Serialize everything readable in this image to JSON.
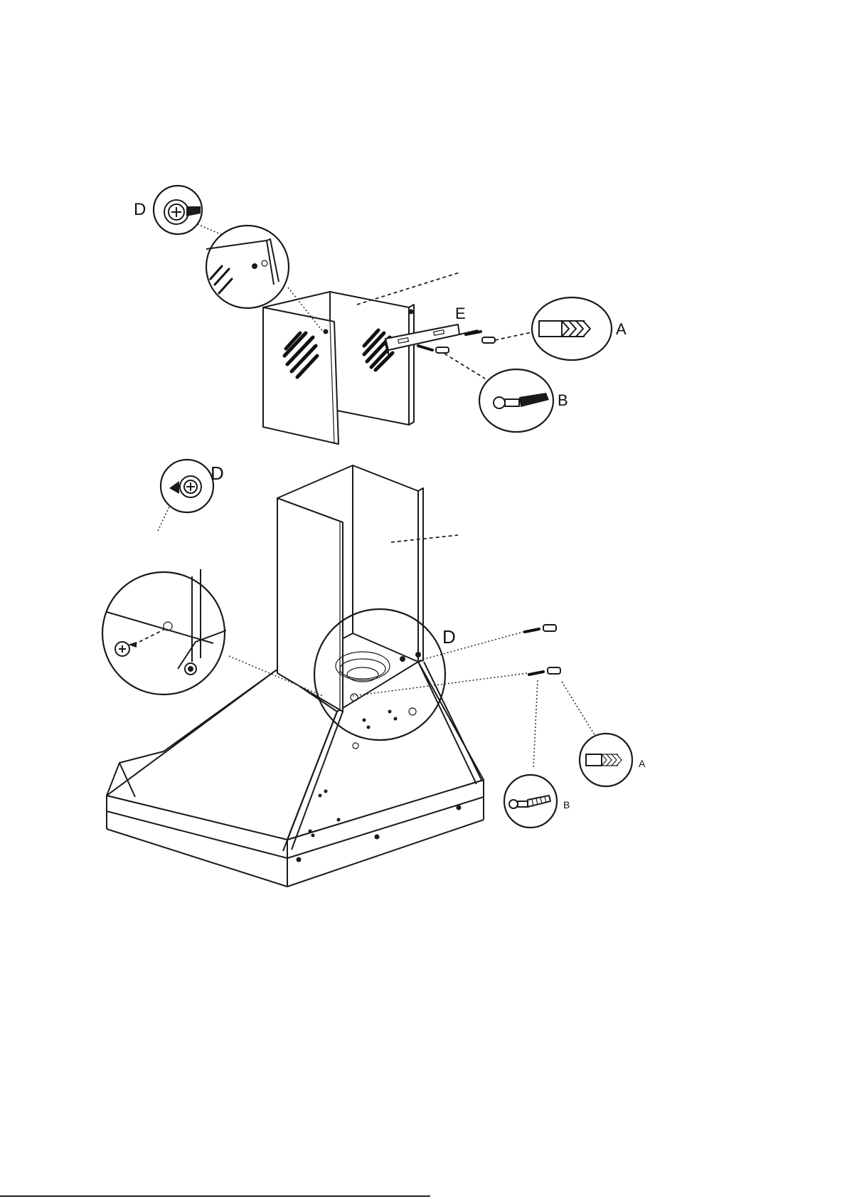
{
  "labels": {
    "top_screw_d": "D",
    "top_bracket_e": "E",
    "top_anchor_a": "A",
    "top_screw_b": "B",
    "bottom_screw_d": "D",
    "bottom_chimney_d": "D",
    "bottom_anchor_a": "A",
    "bottom_screw_b": "B"
  },
  "icons": {
    "screw_d": "phillips-pan-head-screw-icon",
    "wall_anchor_a": "wall-plug-anchor-icon",
    "wood_screw_b": "hex-wood-screw-icon"
  },
  "colors": {
    "line": "#1a1a1a",
    "background": "#ffffff"
  }
}
